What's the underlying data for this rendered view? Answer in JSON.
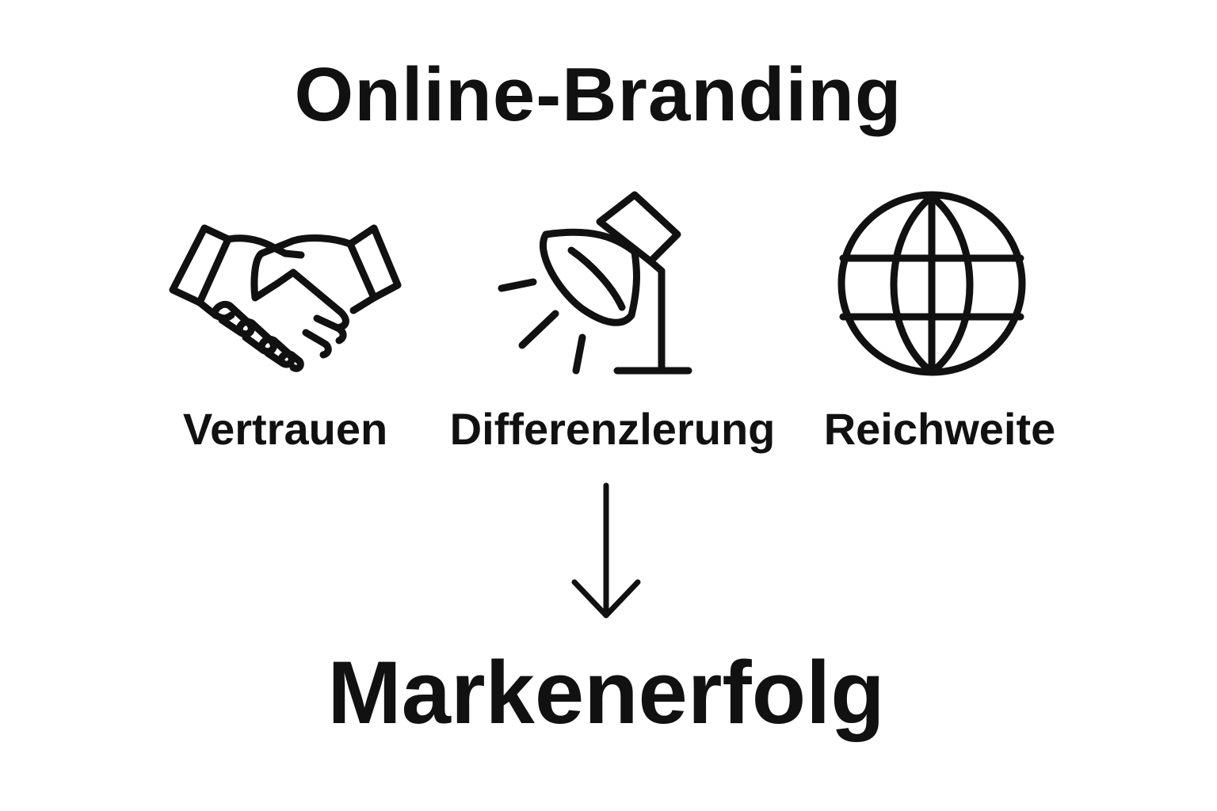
{
  "title": "Online-Branding",
  "pillars": [
    {
      "label": "Vertrauen",
      "icon": "handshake-icon"
    },
    {
      "label": "Differenzlerung",
      "icon": "spotlight-icon"
    },
    {
      "label": "Reichweite",
      "icon": "globe-icon"
    }
  ],
  "arrow_icon": "arrow-down-icon",
  "result": "Markenerfolg",
  "colors": {
    "ink": "#111111",
    "background": "#ffffff"
  }
}
